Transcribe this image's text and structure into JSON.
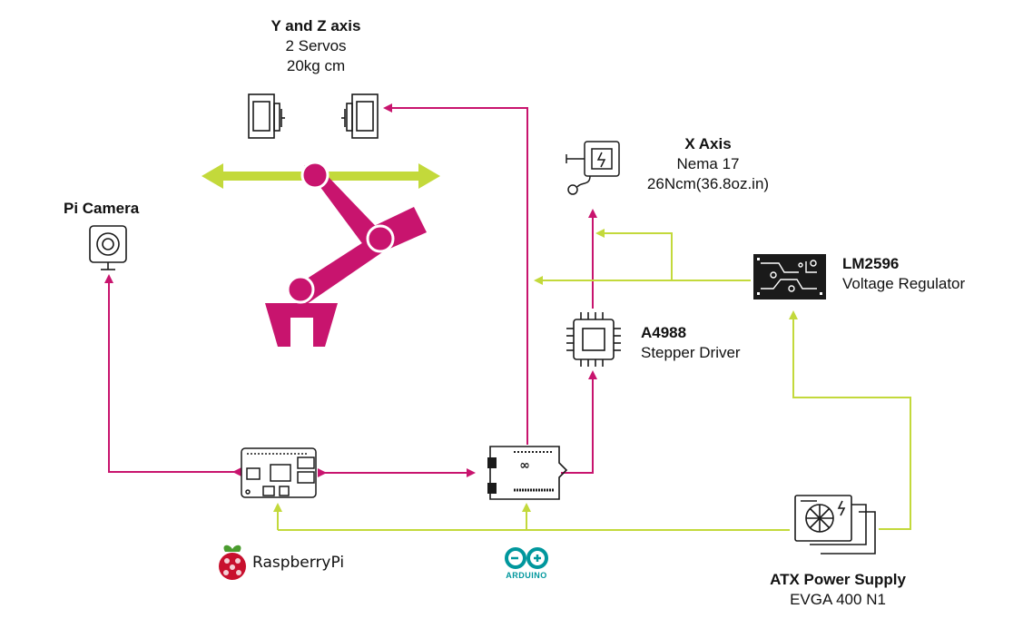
{
  "colors": {
    "signal": "#c8146e",
    "power": "#c3d93b",
    "ink": "#1a1a1a",
    "arm": "#c8146e",
    "arrow_axis": "#c3d93b"
  },
  "labels": {
    "servos": {
      "title": "Y and Z axis",
      "line1": "2 Servos",
      "line2": "20kg cm"
    },
    "stepper": {
      "title": "X Axis",
      "line1": "Nema 17",
      "line2": "26Ncm(36.8oz.in)"
    },
    "camera": {
      "title": "Pi Camera"
    },
    "regulator": {
      "title": "LM2596",
      "line1": "Voltage Regulator"
    },
    "driver": {
      "title": "A4988",
      "line1": "Stepper Driver"
    },
    "psu": {
      "title": "ATX Power Supply",
      "line1": "EVGA 400 N1"
    },
    "raspberry": {
      "brand": "RaspberryPi"
    },
    "arduino": {
      "brand": "ARDUINO"
    }
  },
  "icons": {
    "servo_left": "servo-icon",
    "servo_right": "servo-icon",
    "stepper": "stepper-motor-icon",
    "camera": "camera-icon",
    "regulator": "circuit-board-icon",
    "driver": "microchip-icon",
    "raspberry_board": "raspberry-pi-board-icon",
    "arduino_board": "arduino-board-icon",
    "psu": "power-supply-icon",
    "raspberry_logo": "raspberry-logo-icon",
    "arduino_logo": "arduino-logo-icon",
    "robot_arm": "robot-arm-icon"
  }
}
